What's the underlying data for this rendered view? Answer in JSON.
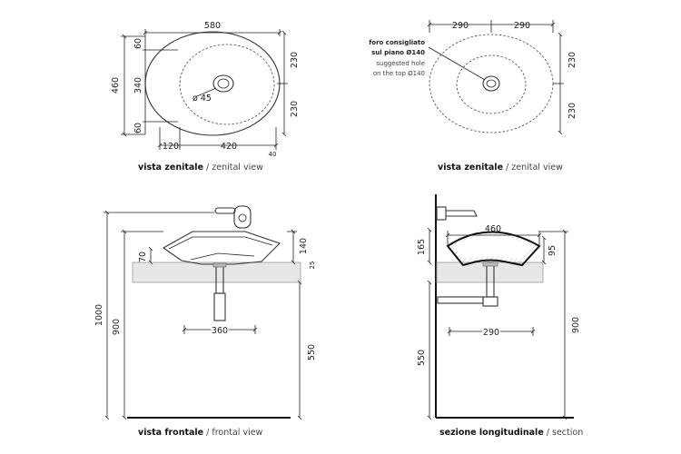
{
  "views": {
    "top_left": {
      "dim_width": "580",
      "dim_height": "460",
      "dim_top": "60",
      "dim_mid": "340",
      "dim_bottom": "60",
      "dim_right_top": "230",
      "dim_right_bottom": "230",
      "dim_left_offset": "120",
      "dim_inner": "420",
      "dim_small": "40",
      "dim_hole": "ø 45",
      "caption_bold": "vista zenitale",
      "caption_sep": " / ",
      "caption_light": "zenital view"
    },
    "top_right": {
      "dim_left": "290",
      "dim_right": "290",
      "dim_top": "230",
      "dim_bottom": "230",
      "note_it_1": "foro consigliato",
      "note_it_2": "sul piano Ø140",
      "note_en_1": "suggested hole",
      "note_en_2": "on the top Ø140",
      "caption_bold": "vista zenitale",
      "caption_sep": " / ",
      "caption_light": "zenital view"
    },
    "front": {
      "dim_total": "1000",
      "dim_900": "900",
      "dim_70": "70",
      "dim_140": "140",
      "dim_25": "25",
      "dim_360": "360",
      "dim_550": "550",
      "caption_bold": "vista frontale",
      "caption_sep": " / ",
      "caption_light": "frontal view"
    },
    "section": {
      "dim_460": "460",
      "dim_165": "165",
      "dim_95": "95",
      "dim_290": "290",
      "dim_550": "550",
      "dim_900": "900",
      "caption_bold": "sezione longitudinale",
      "caption_sep": " / ",
      "caption_light": "section"
    }
  }
}
